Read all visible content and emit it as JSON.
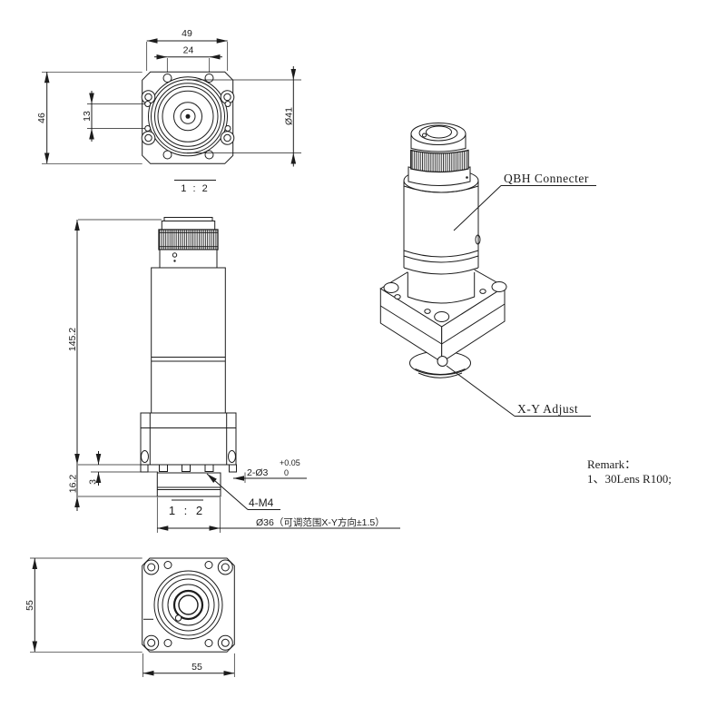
{
  "drawing": {
    "line_color": "#1c1c1c",
    "background": "#ffffff"
  },
  "top_view": {
    "dim_width": "49",
    "dim_bolt_spacing": "24",
    "dim_height": "46",
    "dim_hole_spacing": "13",
    "dim_flange_diameter": "Ø41",
    "scale_label": "1 : 2"
  },
  "side_view": {
    "dim_total_height": "145.2",
    "dim_base_height": "16.2",
    "dim_pin_height": "3",
    "dim_pin_holes": "2-Ø3",
    "dim_pin_holes_tol_upper": "+0.05",
    "dim_pin_holes_tol_lower": "0",
    "dim_thread_holes": "4-M4",
    "dim_nozzle": "Ø36（可调范围X-Y方向±1.5）",
    "scale_label": "1 : 2"
  },
  "bottom_view": {
    "dim_height": "55",
    "dim_width": "55"
  },
  "isometric_view": {
    "label_connector": "QBH Connecter",
    "label_adjust": "X-Y Adjust"
  },
  "remark": {
    "title": "Remark：",
    "item_1": "1、30Lens R100;"
  }
}
